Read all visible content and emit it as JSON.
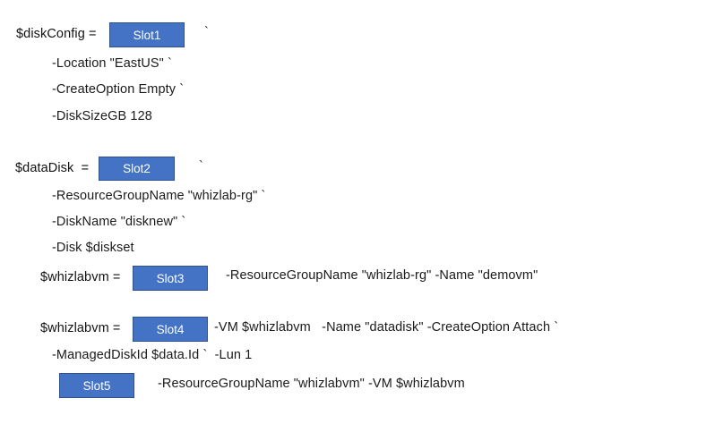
{
  "document": {
    "title": "Azure PowerShell disk attach script with drag-and-drop slots",
    "background_color": "#ffffff",
    "slot_fill_color": "#4472C4",
    "slot_border_color": "#2F528F",
    "slot_text_color": "#FFFFFF",
    "text_color": "#1A1A1A"
  },
  "blocks": [
    {
      "id": "block-1",
      "lead_label": "$diskConfig =",
      "slot_label": "Slot1",
      "trailing_tick": "`",
      "params": [
        "-Location \"EastUS\" `",
        "-CreateOption Empty `",
        "-DiskSizeGB 128"
      ]
    },
    {
      "id": "block-2",
      "lead_label": "$dataDisk  =",
      "slot_label": "Slot2",
      "trailing_tick": "`",
      "params": [
        "-ResourceGroupName \"whizlab-rg\" `",
        "-DiskName \"disknew\" `",
        "-Disk $diskset"
      ]
    },
    {
      "id": "block-3",
      "lead_label": "$whizlabvm =",
      "slot_label": "Slot3",
      "inline_args": "-ResourceGroupName \"whizlab-rg\" -Name \"demovm\""
    },
    {
      "id": "block-4",
      "lead_label": "$whizlabvm =",
      "slot_label": "Slot4",
      "inline_args": "-VM $whizlabvm   -Name \"datadisk\" -CreateOption Attach `",
      "continuation": "-ManagedDiskId $data.Id `  -Lun 1"
    },
    {
      "id": "block-5",
      "lead_label": "",
      "slot_label": "Slot5",
      "inline_args": "-ResourceGroupName \"whizlabvm\" -VM $whizlabvm"
    }
  ]
}
